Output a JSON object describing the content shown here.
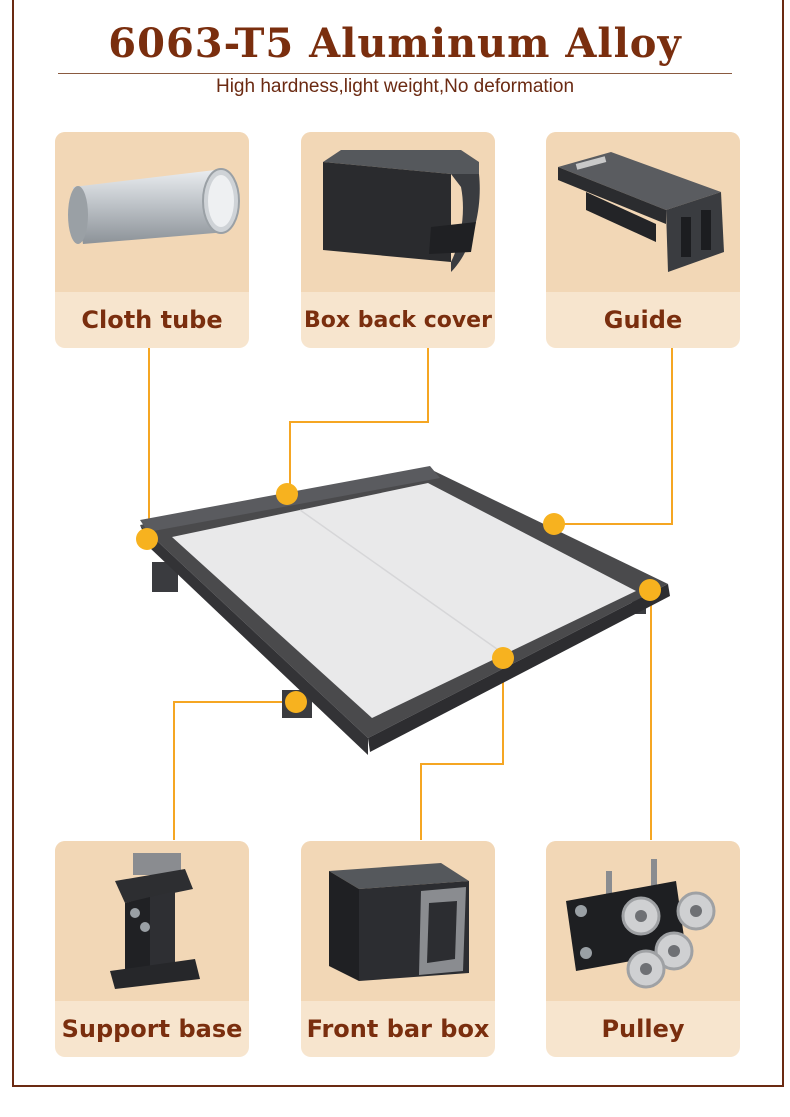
{
  "header": {
    "title": "6063-T5 Aluminum Alloy",
    "subtitle": "High hardness,light weight,No deformation"
  },
  "parts": {
    "cloth_tube": {
      "label": "Cloth tube",
      "icon": "cloth-tube-icon"
    },
    "box_back_cover": {
      "label": "Box back cover",
      "icon": "box-back-cover-icon"
    },
    "guide": {
      "label": "Guide",
      "icon": "guide-rail-icon"
    },
    "support_base": {
      "label": "Support base",
      "icon": "support-base-icon"
    },
    "front_bar_box": {
      "label": "Front bar box",
      "icon": "front-bar-box-icon"
    },
    "pulley": {
      "label": "Pulley",
      "icon": "pulley-icon"
    }
  },
  "colors": {
    "brand_brown": "#7a2e0e",
    "card_bg": "#f7e5ce",
    "card_image_bg": "#f2d7b6",
    "callout_orange": "#f5a623",
    "frame_gray": "#4a4a4c",
    "fabric_white": "#e9e9ea"
  }
}
